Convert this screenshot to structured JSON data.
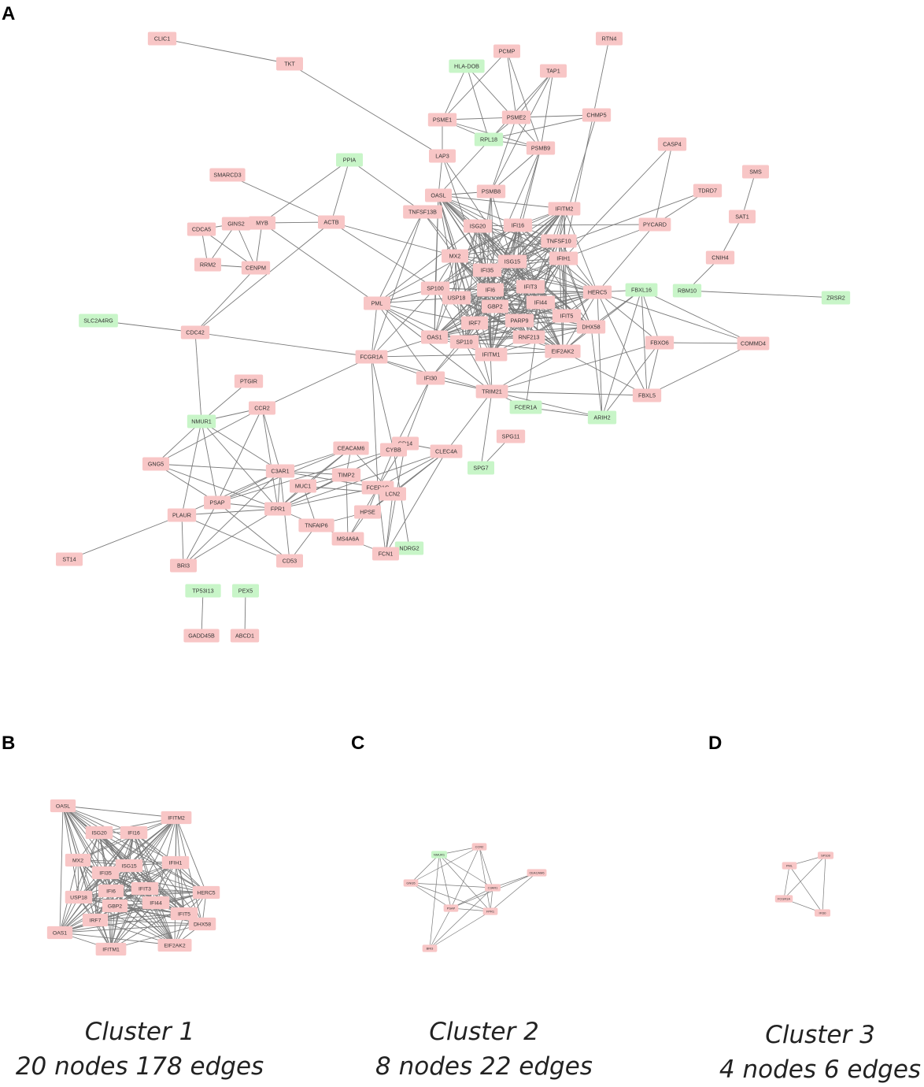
{
  "figure": {
    "panels": [
      {
        "letter": "A"
      },
      {
        "letter": "B"
      },
      {
        "letter": "C"
      },
      {
        "letter": "D"
      }
    ],
    "captions": [
      {
        "title": "Cluster 1",
        "stats": "20 nodes 178 edges"
      },
      {
        "title": "Cluster 2",
        "stats": "8 nodes 22 edges"
      },
      {
        "title": "Cluster 3",
        "stats": "4 nodes 6 edges"
      }
    ],
    "colors": {
      "up_node": "#f8c6c6",
      "down_node": "#c8f5c8",
      "edge": "#7a7a7a",
      "label": "#333333"
    }
  },
  "network_a": {
    "nodes": [
      {
        "id": "CLIC1",
        "c": "up"
      },
      {
        "id": "TKT",
        "c": "up"
      },
      {
        "id": "RTN4",
        "c": "up"
      },
      {
        "id": "PCMP",
        "c": "up"
      },
      {
        "id": "HLA-DOB",
        "c": "down"
      },
      {
        "id": "TAP1",
        "c": "up"
      },
      {
        "id": "PSME1",
        "c": "up"
      },
      {
        "id": "PSME2",
        "c": "up"
      },
      {
        "id": "CHMP5",
        "c": "up"
      },
      {
        "id": "RPL18",
        "c": "down"
      },
      {
        "id": "PSMB9",
        "c": "up"
      },
      {
        "id": "CASP4",
        "c": "up"
      },
      {
        "id": "LAP3",
        "c": "up"
      },
      {
        "id": "PPIA",
        "c": "down"
      },
      {
        "id": "SMARCD3",
        "c": "up"
      },
      {
        "id": "SMS",
        "c": "up"
      },
      {
        "id": "TDRD7",
        "c": "up"
      },
      {
        "id": "OASL",
        "c": "up"
      },
      {
        "id": "PSMB8",
        "c": "up"
      },
      {
        "id": "TNFSF13B",
        "c": "up"
      },
      {
        "id": "IFITM2",
        "c": "up"
      },
      {
        "id": "SAT1",
        "c": "up"
      },
      {
        "id": "CDCA5",
        "c": "up"
      },
      {
        "id": "GINS2",
        "c": "up"
      },
      {
        "id": "MYB",
        "c": "up"
      },
      {
        "id": "ACTB",
        "c": "up"
      },
      {
        "id": "ISG20",
        "c": "up"
      },
      {
        "id": "IFI16",
        "c": "up"
      },
      {
        "id": "PYCARD",
        "c": "up"
      },
      {
        "id": "TNFSF10",
        "c": "up"
      },
      {
        "id": "RRM2",
        "c": "up"
      },
      {
        "id": "CENPM",
        "c": "up"
      },
      {
        "id": "MX2",
        "c": "up"
      },
      {
        "id": "ISG15",
        "c": "up"
      },
      {
        "id": "IFIH1",
        "c": "up"
      },
      {
        "id": "CNIH4",
        "c": "up"
      },
      {
        "id": "IFI35",
        "c": "up"
      },
      {
        "id": "SP100",
        "c": "up"
      },
      {
        "id": "IFI6",
        "c": "up"
      },
      {
        "id": "IFIT3",
        "c": "up"
      },
      {
        "id": "USP18",
        "c": "up"
      },
      {
        "id": "HERC5",
        "c": "up"
      },
      {
        "id": "FBXL16",
        "c": "down"
      },
      {
        "id": "RBM10",
        "c": "down"
      },
      {
        "id": "ZRSR2",
        "c": "down"
      },
      {
        "id": "PML",
        "c": "up"
      },
      {
        "id": "GBP2",
        "c": "up"
      },
      {
        "id": "IFI44",
        "c": "up"
      },
      {
        "id": "SLC2A4RG",
        "c": "down"
      },
      {
        "id": "IFIT5",
        "c": "up"
      },
      {
        "id": "IRF7",
        "c": "up"
      },
      {
        "id": "PARP9",
        "c": "up"
      },
      {
        "id": "DHX58",
        "c": "up"
      },
      {
        "id": "CDC42",
        "c": "up"
      },
      {
        "id": "OAS1",
        "c": "up"
      },
      {
        "id": "RNF213",
        "c": "up"
      },
      {
        "id": "SP110",
        "c": "up"
      },
      {
        "id": "FBXO6",
        "c": "up"
      },
      {
        "id": "COMMD4",
        "c": "up"
      },
      {
        "id": "FCGR1A",
        "c": "up"
      },
      {
        "id": "IFITM1",
        "c": "up"
      },
      {
        "id": "EIF2AK2",
        "c": "up"
      },
      {
        "id": "IFI30",
        "c": "up"
      },
      {
        "id": "PTGIR",
        "c": "up"
      },
      {
        "id": "TRIM21",
        "c": "up"
      },
      {
        "id": "FBXL5",
        "c": "up"
      },
      {
        "id": "FCER1A",
        "c": "down"
      },
      {
        "id": "CCR2",
        "c": "up"
      },
      {
        "id": "NMUR1",
        "c": "down"
      },
      {
        "id": "ARIH2",
        "c": "down"
      },
      {
        "id": "SPG11",
        "c": "up"
      },
      {
        "id": "CD14",
        "c": "up"
      },
      {
        "id": "CEACAM6",
        "c": "up"
      },
      {
        "id": "CYBB",
        "c": "up"
      },
      {
        "id": "CLEC4A",
        "c": "up"
      },
      {
        "id": "GNG5",
        "c": "up"
      },
      {
        "id": "SPG7",
        "c": "down"
      },
      {
        "id": "C3AR1",
        "c": "up"
      },
      {
        "id": "TIMP2",
        "c": "up"
      },
      {
        "id": "MUC1",
        "c": "up"
      },
      {
        "id": "FCER1G",
        "c": "up"
      },
      {
        "id": "LCN2",
        "c": "up"
      },
      {
        "id": "PSAP",
        "c": "up"
      },
      {
        "id": "FPR1",
        "c": "up"
      },
      {
        "id": "PLAUR",
        "c": "up"
      },
      {
        "id": "HPSE",
        "c": "up"
      },
      {
        "id": "TNFAIP6",
        "c": "up"
      },
      {
        "id": "MS4A6A",
        "c": "up"
      },
      {
        "id": "NDRG2",
        "c": "down"
      },
      {
        "id": "FCN1",
        "c": "up"
      },
      {
        "id": "ST14",
        "c": "up"
      },
      {
        "id": "CD53",
        "c": "up"
      },
      {
        "id": "BRI3",
        "c": "up"
      },
      {
        "id": "TP53I13",
        "c": "down"
      },
      {
        "id": "PEX5",
        "c": "down"
      },
      {
        "id": "GADD45B",
        "c": "up"
      },
      {
        "id": "ABCD1",
        "c": "up"
      }
    ]
  },
  "network_b": {
    "nodes": [
      {
        "id": "OASL",
        "c": "up"
      },
      {
        "id": "IFITM2",
        "c": "up"
      },
      {
        "id": "ISG20",
        "c": "up"
      },
      {
        "id": "IFI16",
        "c": "up"
      },
      {
        "id": "MX2",
        "c": "up"
      },
      {
        "id": "IFIH1",
        "c": "up"
      },
      {
        "id": "IFI35",
        "c": "up"
      },
      {
        "id": "ISG15",
        "c": "up"
      },
      {
        "id": "USP18",
        "c": "up"
      },
      {
        "id": "IFIT3",
        "c": "up"
      },
      {
        "id": "HERC5",
        "c": "up"
      },
      {
        "id": "IFI6",
        "c": "up"
      },
      {
        "id": "GBP2",
        "c": "up"
      },
      {
        "id": "IFI44",
        "c": "up"
      },
      {
        "id": "IRF7",
        "c": "up"
      },
      {
        "id": "IFIT5",
        "c": "up"
      },
      {
        "id": "DHX58",
        "c": "up"
      },
      {
        "id": "OAS1",
        "c": "up"
      },
      {
        "id": "IFITM1",
        "c": "up"
      },
      {
        "id": "EIF2AK2",
        "c": "up"
      }
    ]
  },
  "network_c": {
    "nodes": [
      {
        "id": "NMUR1",
        "c": "down"
      },
      {
        "id": "CCR2",
        "c": "up"
      },
      {
        "id": "CEACAM6",
        "c": "up"
      },
      {
        "id": "GNG5",
        "c": "up"
      },
      {
        "id": "C3AR1",
        "c": "up"
      },
      {
        "id": "PSAP",
        "c": "up"
      },
      {
        "id": "FPR1",
        "c": "up"
      },
      {
        "id": "BRI3",
        "c": "up"
      }
    ]
  },
  "network_d": {
    "nodes": [
      {
        "id": "PML",
        "c": "up"
      },
      {
        "id": "SP100",
        "c": "up"
      },
      {
        "id": "FCGR1A",
        "c": "up"
      },
      {
        "id": "IFI30",
        "c": "up"
      }
    ]
  }
}
